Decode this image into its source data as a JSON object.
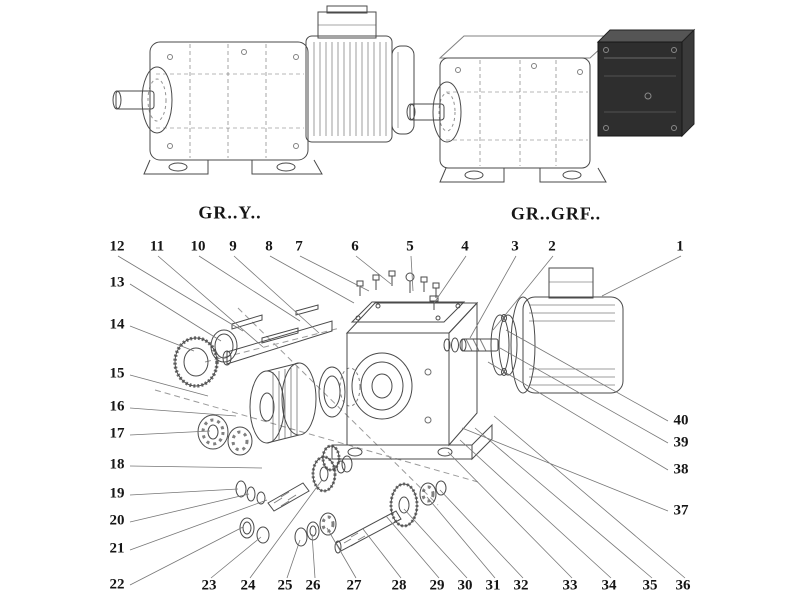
{
  "titles": {
    "left": "GR..Y..",
    "right": "GR..GRF.."
  },
  "callouts": {
    "top": [
      "12",
      "11",
      "10",
      "9",
      "8",
      "7",
      "6",
      "5",
      "4",
      "3",
      "2",
      "1"
    ],
    "left": [
      "13",
      "14",
      "15",
      "16",
      "17",
      "18",
      "19",
      "20",
      "21",
      "22"
    ],
    "bottom": [
      "23",
      "24",
      "25",
      "26",
      "27",
      "28",
      "29",
      "30",
      "31",
      "32",
      "33",
      "34",
      "35",
      "36"
    ],
    "right": [
      "40",
      "39",
      "38",
      "37"
    ]
  },
  "colors": {
    "line": "#4a4a4a",
    "leader": "#777777",
    "text": "#161616",
    "dark_cover": "#2e2e2e",
    "background": "#ffffff"
  }
}
